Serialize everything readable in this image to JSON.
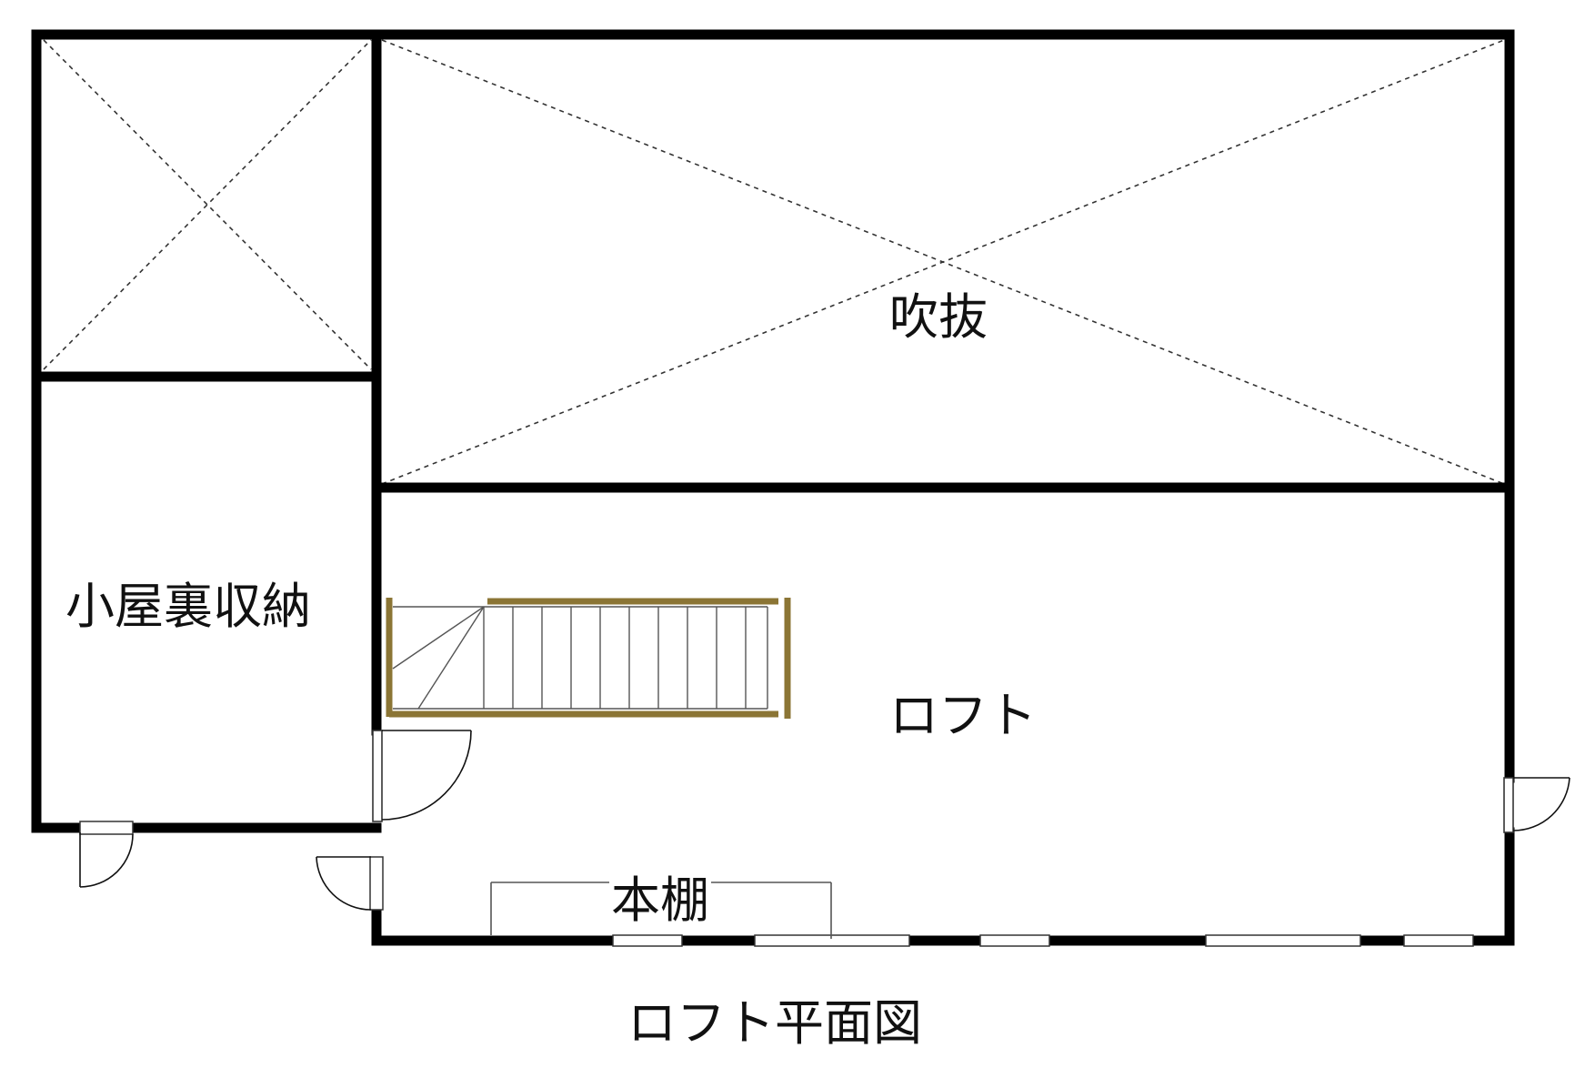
{
  "plan": {
    "rooms": {
      "void": "吹抜",
      "attic_storage": "小屋裏収納",
      "loft": "ロフト",
      "bookshelf": "本棚"
    },
    "title": "ロフト平面図"
  },
  "colors": {
    "wall": "#000000",
    "stair": "#8b7535",
    "thin_line": "#555555",
    "background": "#ffffff"
  },
  "icons": {
    "stair": "staircase-icon",
    "door": "door-swing-icon",
    "window": "window-icon"
  }
}
